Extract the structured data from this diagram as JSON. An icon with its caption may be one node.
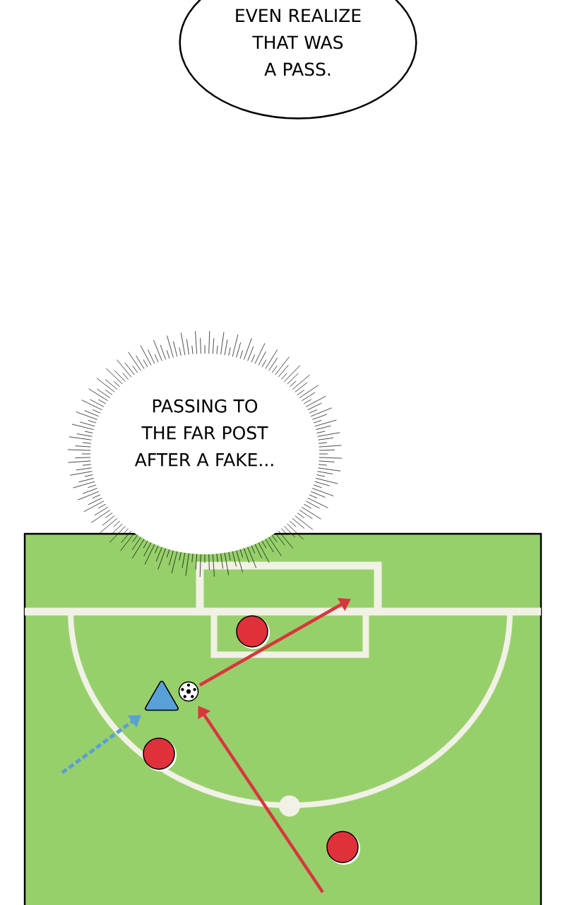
{
  "diagram": {
    "nodes": [
      {
        "text": [
          "EVEN REALIZE THAT WAS A PASS."
        ]
      },
      {
        "text": [
          "PASSING TO THE FAR POST AFTER A FAKE..."
        ]
      },
      {
        "text": [],
        "shape": "triangle"
      },
      {
        "text": [],
        "shape": "ball"
      },
      {
        "text": [],
        "shape": "circle"
      },
      {
        "text": [],
        "shape": "circle"
      },
      {
        "text": [],
        "shape": "circle"
      }
    ],
    "edges": [
      {
        "from": null,
        "to": 2,
        "arrow": "to",
        "style": "dashed",
        "color": "#5b9fd6"
      },
      {
        "from": 3,
        "to": null,
        "arrow": "to"
      },
      {
        "from": null,
        "to": 3,
        "arrow": "to"
      }
    ]
  }
}
